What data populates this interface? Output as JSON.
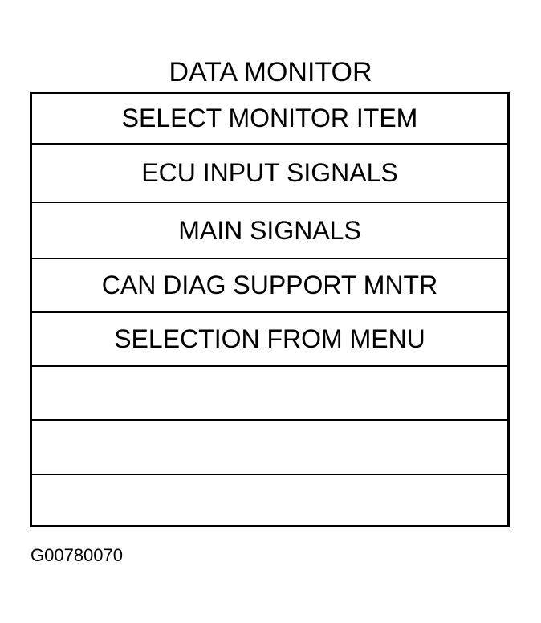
{
  "screen": {
    "title": "DATA MONITOR"
  },
  "menu": {
    "header": "SELECT MONITOR ITEM",
    "items": [
      {
        "label": "ECU INPUT SIGNALS"
      },
      {
        "label": "MAIN SIGNALS"
      },
      {
        "label": "CAN DIAG SUPPORT MNTR"
      },
      {
        "label": "SELECTION FROM MENU"
      },
      {
        "label": ""
      },
      {
        "label": ""
      },
      {
        "label": ""
      }
    ]
  },
  "figure": {
    "id": "G00780070"
  }
}
